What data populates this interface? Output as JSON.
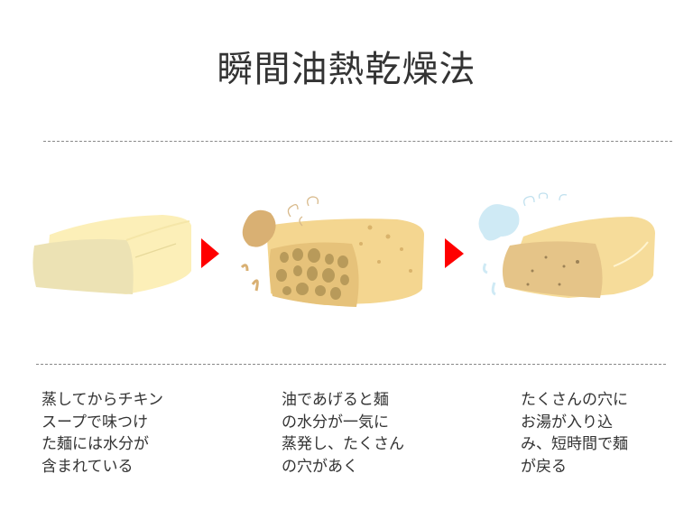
{
  "title": "瞬間油熱乾燥法",
  "steps": [
    {
      "name": "steamed-noodle-block",
      "text": "蒸してからチキン\nスープで味つけ\nた麺には水分が\n含まれている"
    },
    {
      "name": "fried-noodle-block",
      "text": "油であげると麺\nの水分が一気に\n蒸発し、たくさん\nの穴があく"
    },
    {
      "name": "rehydrated-noodle-block",
      "text": "たくさんの穴に\nお湯が入り込\nみ、短時間で麺\nが戻る"
    }
  ],
  "colors": {
    "arrow": "#ff0000",
    "text": "#333333",
    "divider": "#888888"
  }
}
